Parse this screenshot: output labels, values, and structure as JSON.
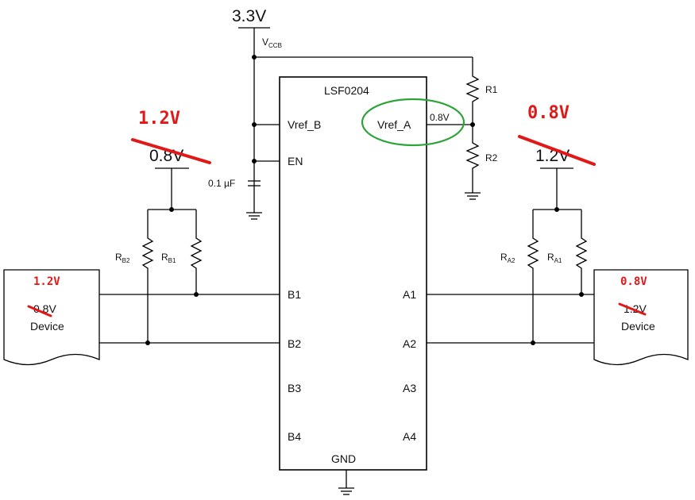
{
  "supply": {
    "voltage": "3.3V",
    "rail_prefix": "V",
    "rail_sub": "CCB"
  },
  "chip": {
    "name": "LSF0204",
    "pin_vref_b": "Vref_B",
    "pin_en": "EN",
    "pin_vref_a": "Vref_A",
    "pin_gnd": "GND",
    "b_pins": [
      "B1",
      "B2",
      "B3",
      "B4"
    ],
    "a_pins": [
      "A1",
      "A2",
      "A3",
      "A4"
    ]
  },
  "vref_a_value": "0.8V",
  "capacitor": "0.1 µF",
  "resistors": {
    "r1": "R1",
    "r2": "R2",
    "rb2_main": "R",
    "rb2_sub": "B2",
    "rb1_main": "R",
    "rb1_sub": "B1",
    "ra2_main": "R",
    "ra2_sub": "A2",
    "ra1_main": "R",
    "ra1_sub": "A1"
  },
  "left_pullup": {
    "new_voltage": "1.2V",
    "old_voltage": "0.8V"
  },
  "right_pullup": {
    "new_voltage": "0.8V",
    "old_voltage": "1.2V"
  },
  "left_device": {
    "new_voltage": "1.2V",
    "old_voltage": "0.8V",
    "label": "Device"
  },
  "right_device": {
    "new_voltage": "0.8V",
    "old_voltage": "1.2V",
    "label": "Device"
  },
  "highlight_color": "#2ea33a",
  "annotation_color": "#e21818"
}
